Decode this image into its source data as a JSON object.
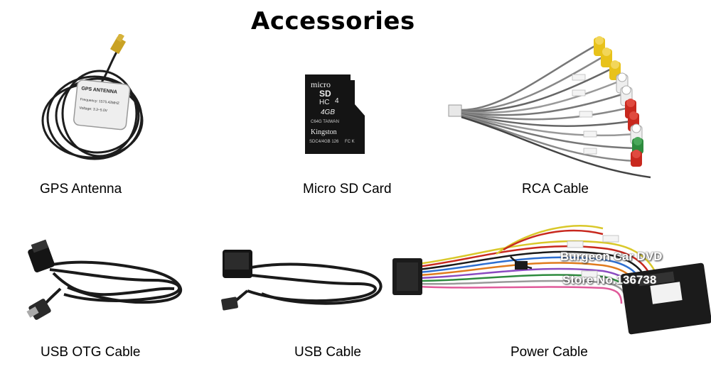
{
  "page": {
    "title": "Accessories"
  },
  "items": [
    {
      "label": "GPS Antenna",
      "antenna_text": [
        "GPS ANTENNA",
        "Frequency: 1575.42MHZ",
        "Voltage: 3.3~5.0V"
      ]
    },
    {
      "label": "Micro SD Card",
      "card_text": [
        "micro",
        "SD",
        "HC",
        "4",
        "4GB",
        "C64G TAIWAN",
        "Kingston",
        "SDC4/4GB 126",
        "FC K"
      ]
    },
    {
      "label": "RCA Cable"
    },
    {
      "label": "USB OTG Cable"
    },
    {
      "label": "USB Cable"
    },
    {
      "label": "Power Cable"
    }
  ],
  "watermark": {
    "line1": "Burgeon Car DVD",
    "line2": "Store No.136738"
  },
  "colors": {
    "background": "#ffffff",
    "cable": "#1a1a1a",
    "rca_yellow": "#e8c21a",
    "rca_red": "#c8281e",
    "rca_white": "#eeeeee",
    "rca_green": "#2e8b3e"
  }
}
